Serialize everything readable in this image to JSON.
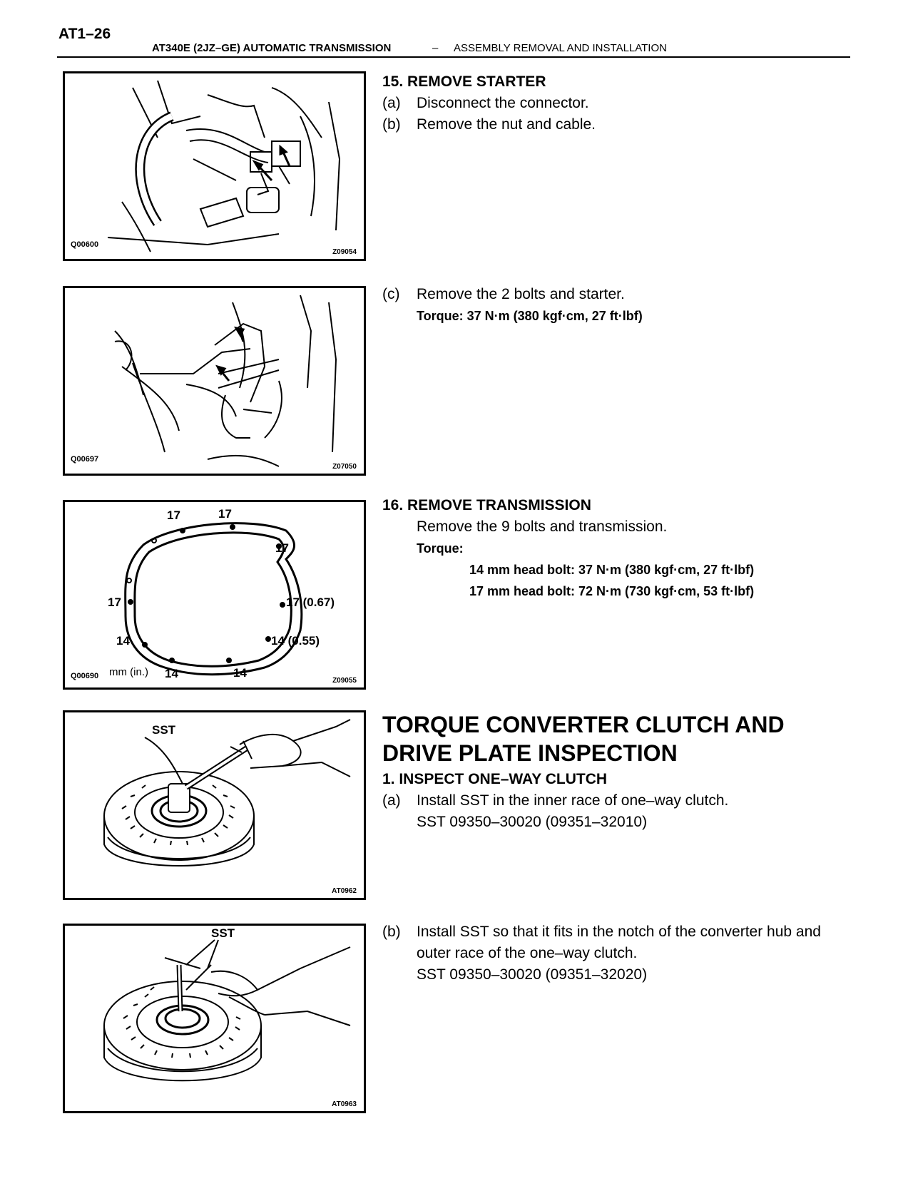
{
  "header": {
    "page_number": "AT1–26",
    "left": "AT340E (2JZ–GE) AUTOMATIC TRANSMISSION",
    "dash": "–",
    "right": "ASSEMBLY REMOVAL AND INSTALLATION"
  },
  "figures": [
    {
      "code": "Q00600",
      "code2": "Z09054"
    },
    {
      "code": "Q00697",
      "code2": "Z07050"
    },
    {
      "code": "Q00690",
      "code2": "Z09055",
      "units": "mm (in.)",
      "labels": {
        "t1": "17",
        "t2": "17",
        "r1": "17",
        "l1": "17",
        "r2": "17 (0.67)",
        "l2": "14",
        "r3": "14 (0.55)",
        "b1": "14",
        "b2": "14"
      }
    },
    {
      "code2": "AT0962",
      "sst": "SST"
    },
    {
      "code2": "AT0963",
      "sst": "SST"
    }
  ],
  "step15": {
    "title": "15.  REMOVE STARTER",
    "a_label": "(a)",
    "a_text": "Disconnect the connector.",
    "b_label": "(b)",
    "b_text": "Remove the nut and cable.",
    "c_label": "(c)",
    "c_text": "Remove the 2 bolts and starter.",
    "c_torque": "Torque: 37 N·m (380 kgf·cm, 27 ft·lbf)"
  },
  "step16": {
    "title": "16.  REMOVE TRANSMISSION",
    "text": "Remove the 9 bolts and transmission.",
    "torque_label": "Torque:",
    "torque_14": "14 mm head bolt: 37 N·m (380 kgf·cm, 27 ft·lbf)",
    "torque_17": "17 mm head bolt: 72 N·m (730 kgf·cm, 53 ft·lbf)"
  },
  "section": {
    "title_line1": "TORQUE CONVERTER CLUTCH AND",
    "title_line2": "DRIVE PLATE INSPECTION",
    "step1_title": "1.    INSPECT ONE–WAY CLUTCH",
    "a_label": "(a)",
    "a_text": "Install SST in the inner race of one–way clutch.",
    "a_sst": "SST  09350–30020  (09351–32010)",
    "b_label": "(b)",
    "b_text1": "Install SST so that it fits in the notch of the converter hub and",
    "b_text2": "outer race of the one–way clutch.",
    "b_sst": "SST  09350–30020  (09351–32020)"
  }
}
